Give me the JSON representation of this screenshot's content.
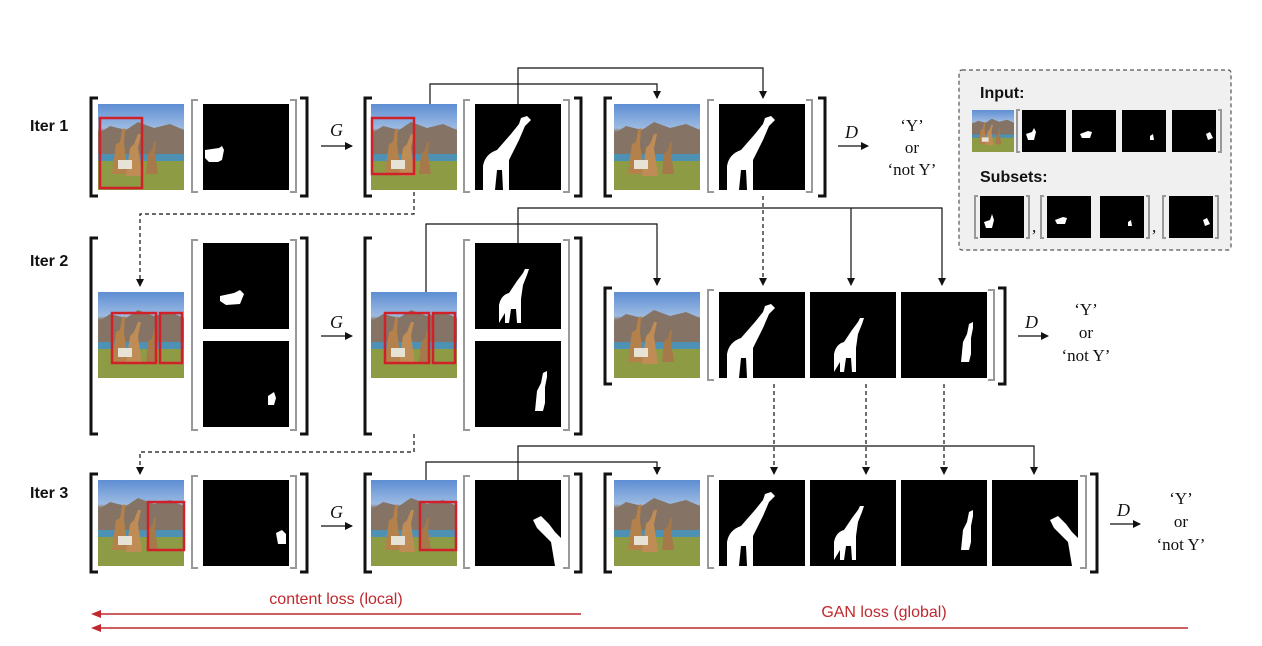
{
  "iterations": [
    {
      "label": "Iter 1"
    },
    {
      "label": "Iter 2"
    },
    {
      "label": "Iter 3"
    }
  ],
  "generator_symbol": "G",
  "discriminator_symbol": "D",
  "output": {
    "yes": "‘Y’",
    "or": "or",
    "no": "‘not Y’"
  },
  "inset": {
    "input_title": "Input:",
    "subsets_title": "Subsets:"
  },
  "losses": {
    "content": "content loss (local)",
    "gan": "GAN loss (global)"
  },
  "colors": {
    "highlight": "#d0202a",
    "loss": "#c0282d",
    "inset_background": "#f0f0f0"
  }
}
